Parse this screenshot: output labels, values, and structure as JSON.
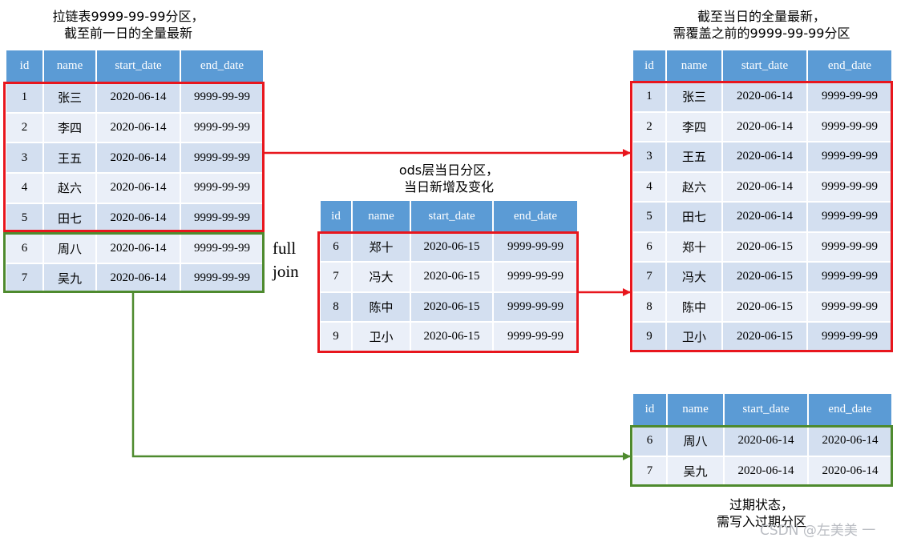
{
  "captions": {
    "top_left": [
      "拉链表9999-99-99分区，",
      "截至前一日的全量最新"
    ],
    "top_right": [
      "截至当日的全量最新，",
      "需覆盖之前的9999-99-99分区"
    ],
    "middle": [
      "ods层当日分区，",
      "当日新增及变化"
    ],
    "bottom_right": [
      "过期状态，",
      "需写入过期分区"
    ]
  },
  "join_label": [
    "full",
    "join"
  ],
  "watermark": "CSDN @左美美 一",
  "headers": [
    "id",
    "name",
    "start_date",
    "end_date"
  ],
  "left_table": [
    [
      "1",
      "张三",
      "2020-06-14",
      "9999-99-99"
    ],
    [
      "2",
      "李四",
      "2020-06-14",
      "9999-99-99"
    ],
    [
      "3",
      "王五",
      "2020-06-14",
      "9999-99-99"
    ],
    [
      "4",
      "赵六",
      "2020-06-14",
      "9999-99-99"
    ],
    [
      "5",
      "田七",
      "2020-06-14",
      "9999-99-99"
    ],
    [
      "6",
      "周八",
      "2020-06-14",
      "9999-99-99"
    ],
    [
      "7",
      "吴九",
      "2020-06-14",
      "9999-99-99"
    ]
  ],
  "middle_table": [
    [
      "6",
      "郑十",
      "2020-06-15",
      "9999-99-99"
    ],
    [
      "7",
      "冯大",
      "2020-06-15",
      "9999-99-99"
    ],
    [
      "8",
      "陈中",
      "2020-06-15",
      "9999-99-99"
    ],
    [
      "9",
      "卫小",
      "2020-06-15",
      "9999-99-99"
    ]
  ],
  "right_table": [
    [
      "1",
      "张三",
      "2020-06-14",
      "9999-99-99"
    ],
    [
      "2",
      "李四",
      "2020-06-14",
      "9999-99-99"
    ],
    [
      "3",
      "王五",
      "2020-06-14",
      "9999-99-99"
    ],
    [
      "4",
      "赵六",
      "2020-06-14",
      "9999-99-99"
    ],
    [
      "5",
      "田七",
      "2020-06-14",
      "9999-99-99"
    ],
    [
      "6",
      "郑十",
      "2020-06-15",
      "9999-99-99"
    ],
    [
      "7",
      "冯大",
      "2020-06-15",
      "9999-99-99"
    ],
    [
      "8",
      "陈中",
      "2020-06-15",
      "9999-99-99"
    ],
    [
      "9",
      "卫小",
      "2020-06-15",
      "9999-99-99"
    ]
  ],
  "expired_table": [
    [
      "6",
      "周八",
      "2020-06-14",
      "2020-06-14"
    ],
    [
      "7",
      "吴九",
      "2020-06-14",
      "2020-06-14"
    ]
  ],
  "colors": {
    "header": "#5b9bd5",
    "row_dark": "#d3dff0",
    "row_light": "#eaeff8",
    "red": "#e8161d",
    "green": "#4e8a2e"
  }
}
